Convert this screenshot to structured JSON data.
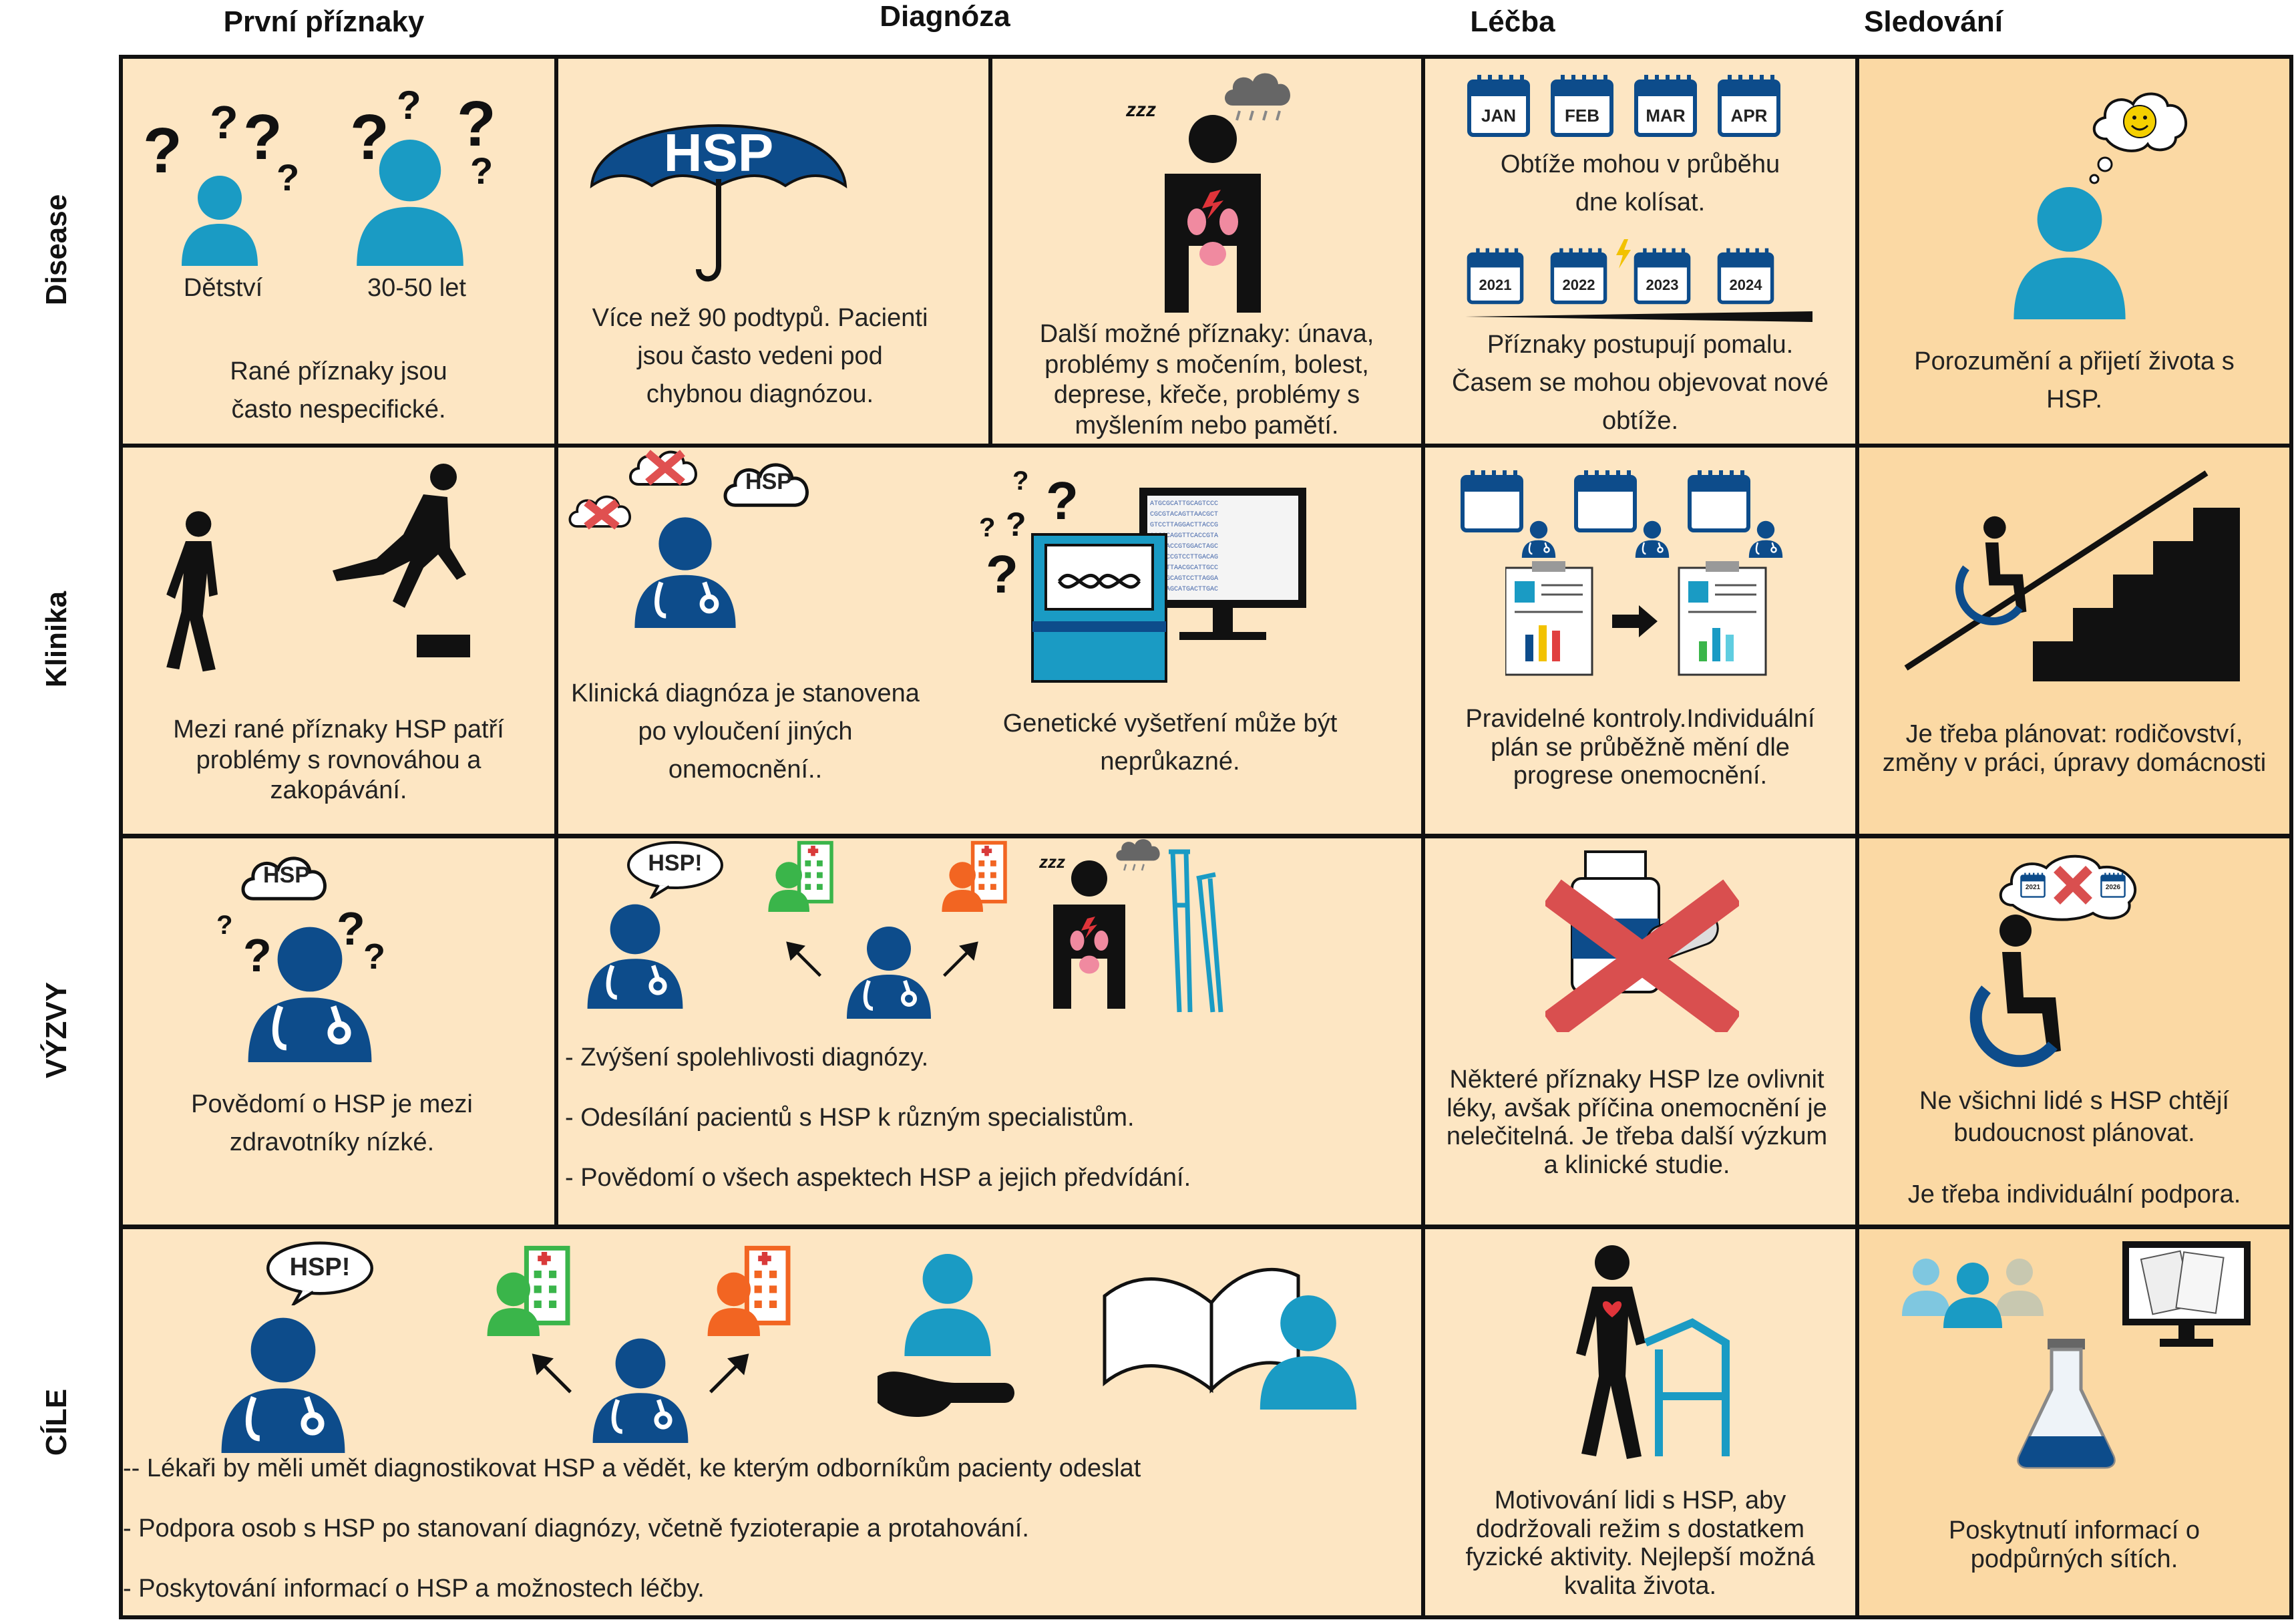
{
  "columns": [
    "První příznaky",
    "Diagnóza",
    "Léčba",
    "Sledování"
  ],
  "rows": [
    "Disease",
    "Klinika",
    "VÝZVY",
    "CÍLE"
  ],
  "colors": {
    "cell": "#fde6c3",
    "cell_dark": "#fbd9a4",
    "border": "#111111",
    "navy": "#0d4c8b",
    "teal": "#1a9bc4",
    "red": "#d94f4f",
    "green": "#3ab54a",
    "orange": "#f26522"
  },
  "disease": {
    "child_label": "Dětství",
    "adult_label": "30-50 let",
    "early_text": "Rané příznaky jsou často nespecifické.",
    "umbrella_label": "HSP",
    "subtypes_text": "Více než 90 podtypů. Pacienti jsou často vedeni pod chybnou diagnózou.",
    "symptoms_text": "Další možné příznaky: únava, problémy s močením, bolest, deprese, křeče, problémy s myšlením nebo pamětí.",
    "months": [
      "JAN",
      "FEB",
      "MAR",
      "APR"
    ],
    "fluctuate_text": "Obtíže mohou v průběhu dne kolísat.",
    "years": [
      "2021",
      "2022",
      "2023",
      "2024"
    ],
    "progress_text": "Příznaky postupují pomalu. Časem se mohou objevovat nové obtíže.",
    "acceptance_text": "Porozumění a přijetí života s HSP."
  },
  "klinika": {
    "balance_text": "Mezi rané příznaky HSP patří problémy s rovnováhou a zakopávání.",
    "bubble_label": "HSP",
    "clinical_text": "Klinická diagnóza je stanovena po vyloučení jiných onemocnění..",
    "genetic_text": "Genetické vyšetření může být neprůkazné.",
    "checkups_text": "Pravidelné kontroly.Individuální plán se průběžně mění dle progrese onemocnění.",
    "planning_text": "Je třeba plánovat: rodičovství, změny v práci, úpravy domácnosti"
  },
  "vyzvy": {
    "bubble_label": "HSP",
    "awareness_text": "Povědomí o HSP je mezi zdravotníky nízké.",
    "bubble2_label": "HSP!",
    "bullets": [
      "- Zvýšení spolehlivosti diagnózy.",
      "- Odesílání pacientů s HSP k různým specialistům.",
      "- Povědomí o všech aspektech HSP a jejich předvídání."
    ],
    "meds_text": "Některé příznaky HSP lze ovlivnit léky, avšak příčina onemocnění  je nelečitelná. Je třeba další výzkum a klinické studie.",
    "planning_text_1": "Ne všichni lidé s HSP chtějí budoucnost plánovat.",
    "planning_text_2": "Je třeba individuální podpora.",
    "calendar_years": [
      "2021",
      "2026"
    ]
  },
  "cile": {
    "bubble_label": "HSP!",
    "bullets": [
      "-- Lékaři by měli umět diagnostikovat HSP a vědět, ke kterým odborníkům pacienty odeslat",
      "- Podpora osob s HSP po stanovaní diagnózy, včetně fyzioterapie a protahování.",
      "- Poskytování informací o HSP a možnostech léčby."
    ],
    "motivation_text": "Motivování lidi s HSP, aby dodržovali režim s dostatkem fyzické aktivity. Nejlepší možná kvalita života.",
    "info_text": "Poskytnutí informací o podpůrných sítích."
  }
}
